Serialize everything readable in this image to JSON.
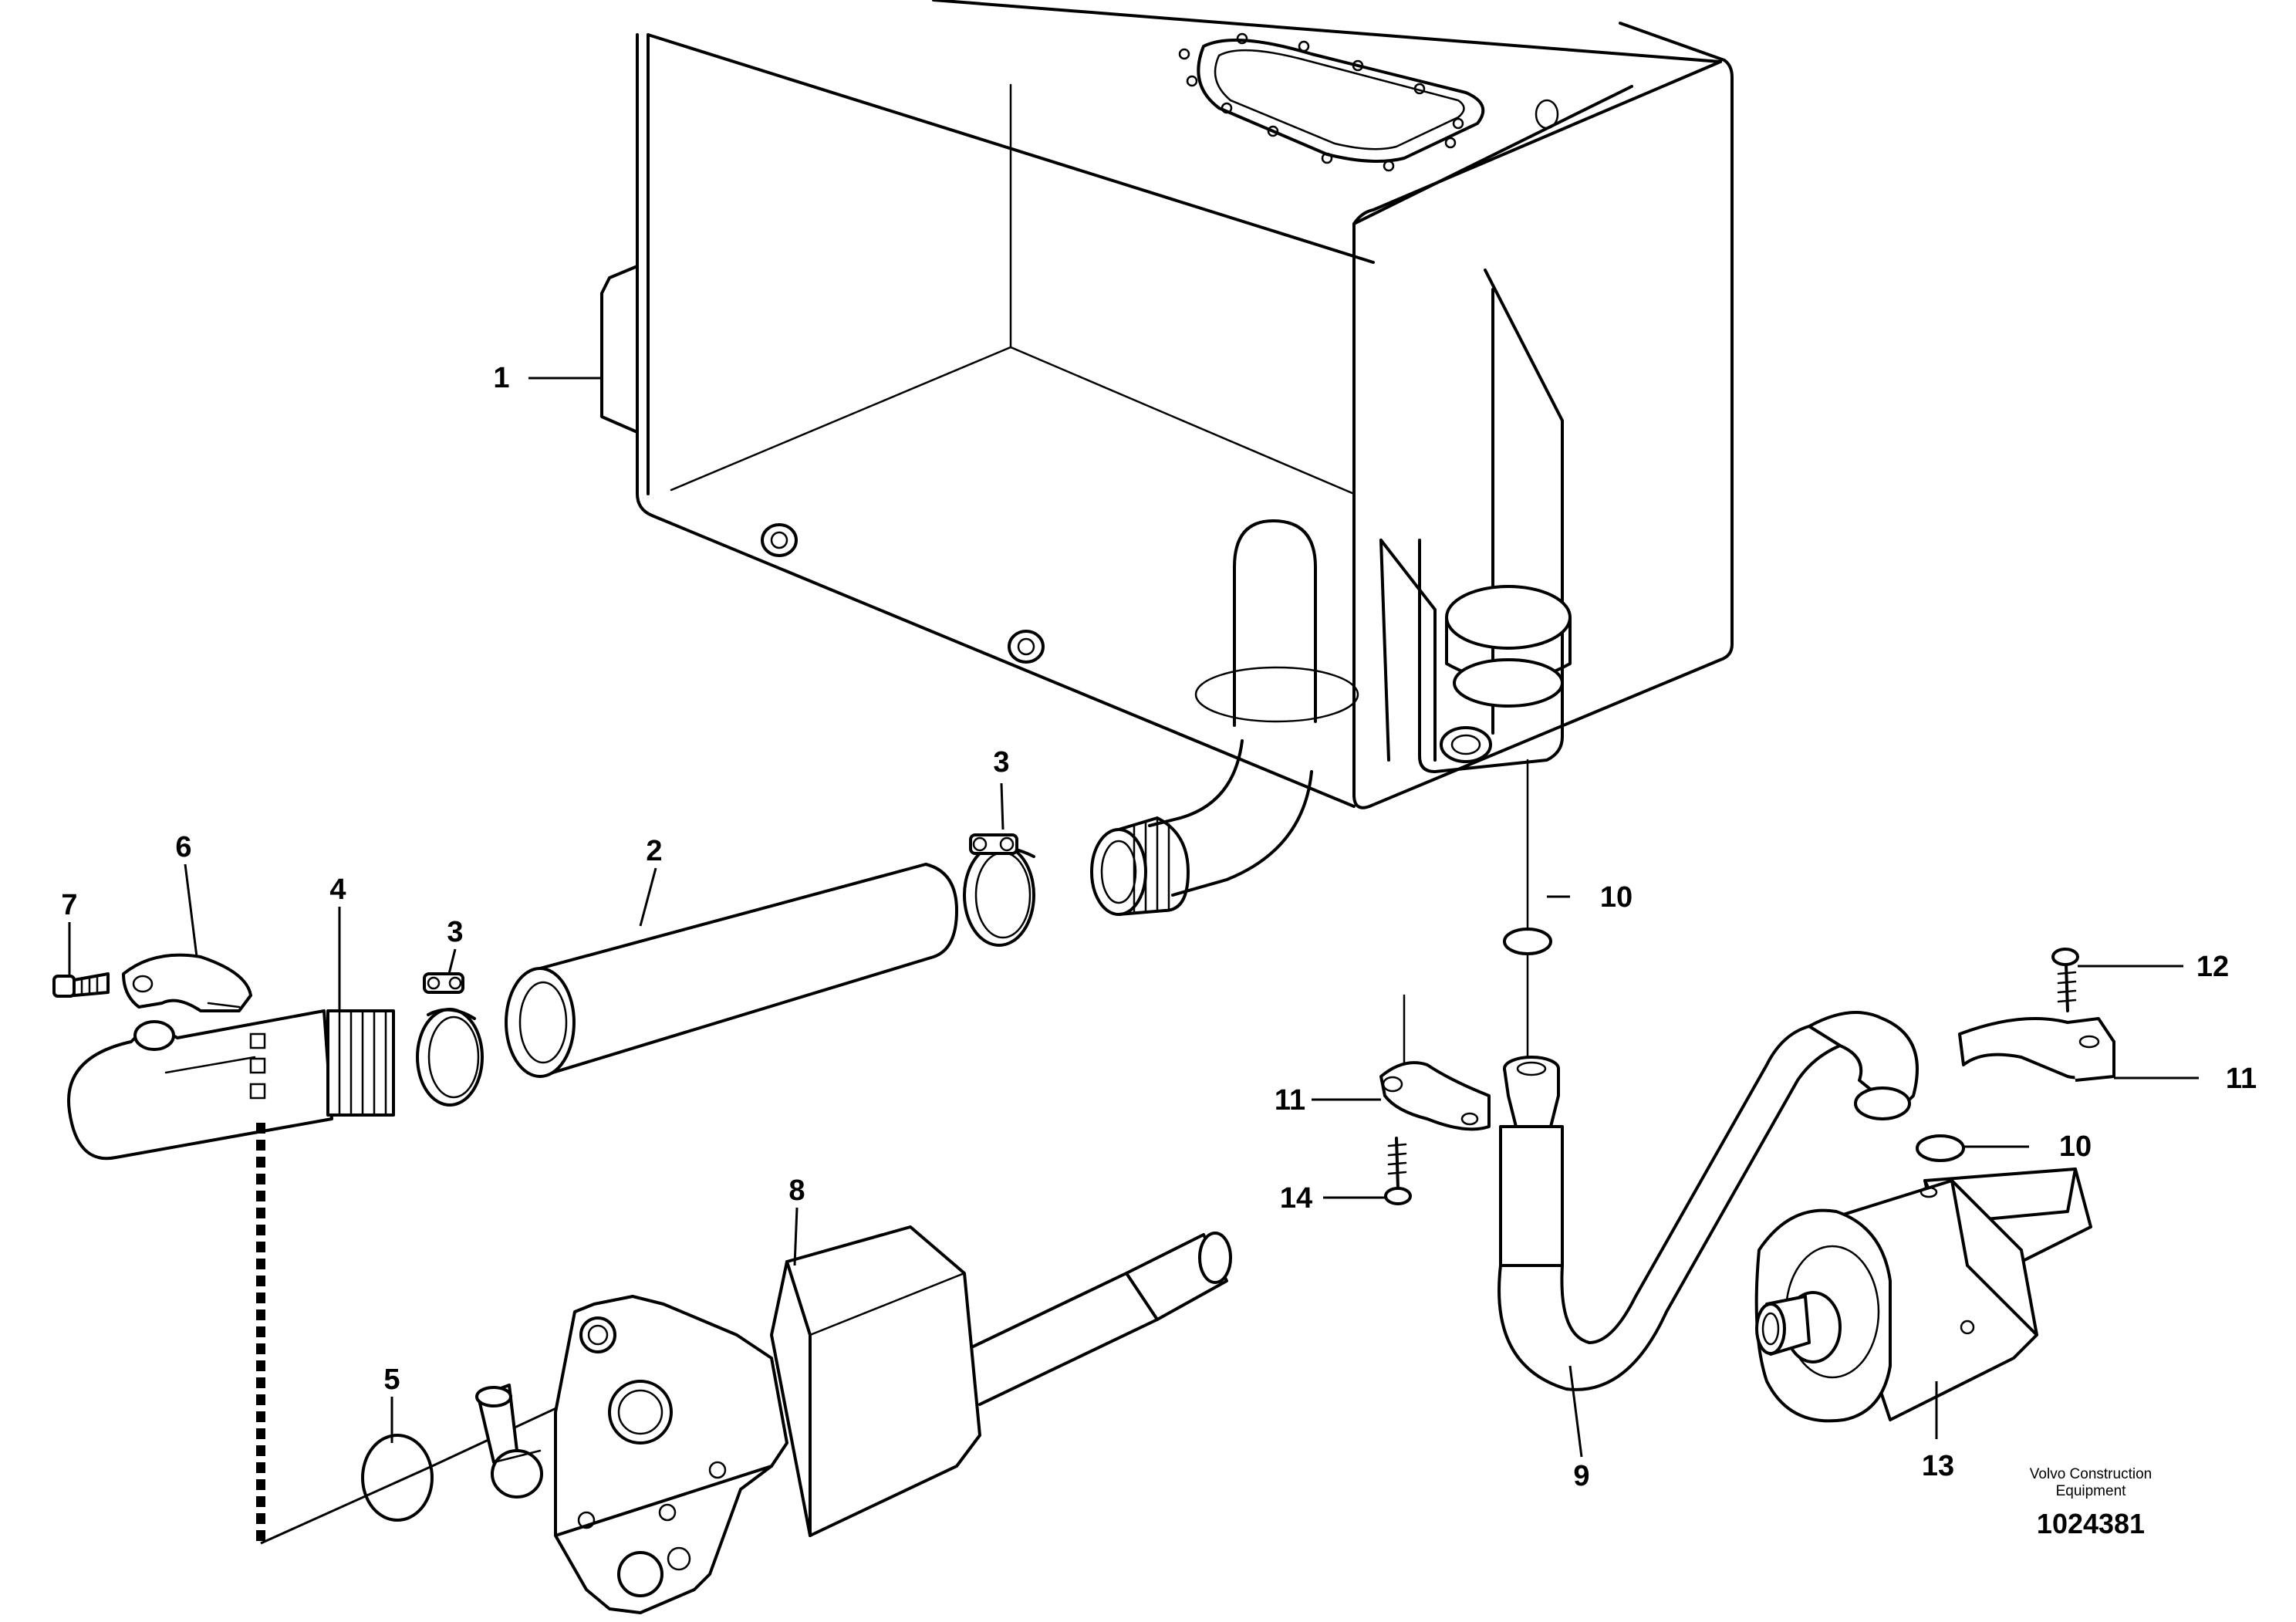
{
  "diagram": {
    "callouts": [
      "1",
      "2",
      "3",
      "3",
      "4",
      "5",
      "6",
      "7",
      "8",
      "9",
      "10",
      "10",
      "11",
      "11",
      "12",
      "13",
      "14"
    ]
  },
  "footer": {
    "brand_line1": "Volvo Construction",
    "brand_line2": "Equipment",
    "document_number": "1024381"
  }
}
